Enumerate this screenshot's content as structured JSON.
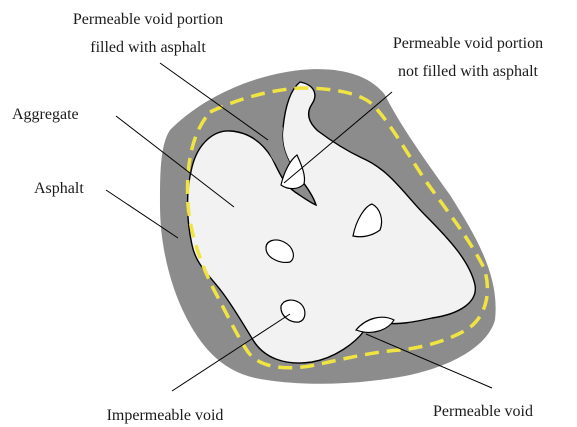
{
  "labels": {
    "filled_void_line1": "Permeable void portion",
    "filled_void_line2": "filled with asphalt",
    "unfilled_void_line1": "Permeable void portion",
    "unfilled_void_line2": "not filled with asphalt",
    "aggregate": "Aggregate",
    "asphalt": "Asphalt",
    "impermeable_void": "Impermeable void",
    "permeable_void": "Permeable void"
  },
  "colors": {
    "asphalt": "#8c8c8c",
    "aggregate": "#f2f2f2",
    "outline": "#000000",
    "dashed_boundary": "#f0e442",
    "leader": "#000000"
  }
}
